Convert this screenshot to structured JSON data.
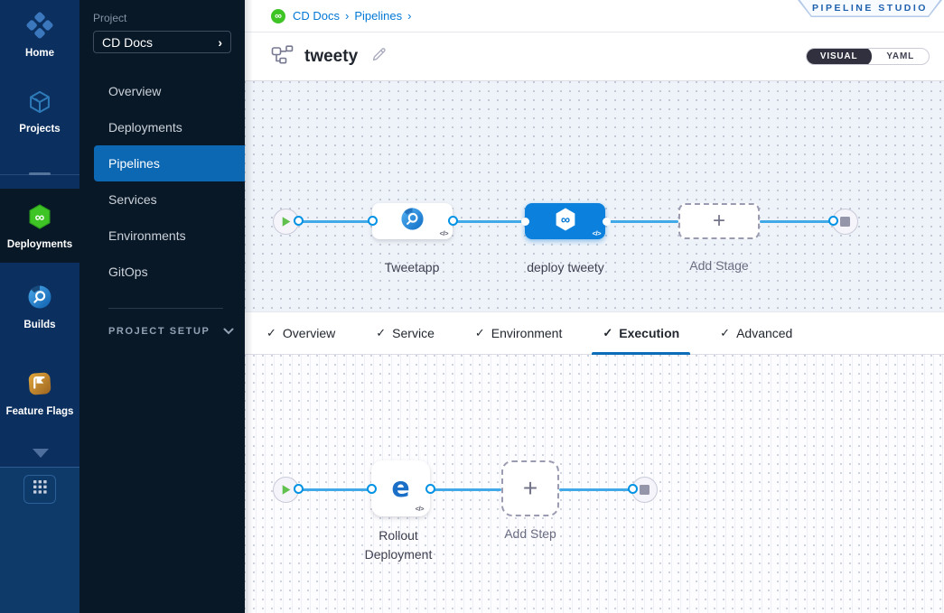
{
  "icons": {
    "check": "✓",
    "plus": "+",
    "code": "</>",
    "chevron_right": "›",
    "infinity": "∞"
  },
  "rail": {
    "items": [
      {
        "label": "Home"
      },
      {
        "label": "Projects"
      },
      {
        "label": "Deployments",
        "selected": true
      },
      {
        "label": "Builds"
      },
      {
        "label": "Feature Flags"
      }
    ]
  },
  "sidebar": {
    "project_label": "Project",
    "project_name": "CD Docs",
    "nav": [
      "Overview",
      "Deployments",
      "Pipelines",
      "Services",
      "Environments",
      "GitOps"
    ],
    "selected_nav": "Pipelines",
    "project_setup": "PROJECT SETUP"
  },
  "header": {
    "breadcrumb": [
      "CD Docs",
      "Pipelines"
    ],
    "studio_badge": "PIPELINE STUDIO",
    "pipeline_title": "tweety",
    "toggle": {
      "visual": "VISUAL",
      "yaml": "YAML"
    }
  },
  "tabs": {
    "items": [
      "Overview",
      "Service",
      "Environment",
      "Execution",
      "Advanced"
    ],
    "active": "Execution"
  },
  "pipeline": {
    "stages": [
      {
        "name": "Tweetapp",
        "type": "build"
      },
      {
        "name": "deploy tweety",
        "type": "deploy",
        "selected": true
      }
    ],
    "add_stage_label": "Add Stage"
  },
  "execution": {
    "steps": [
      {
        "name": "Rollout Deployment",
        "type": "k8s-rollout"
      }
    ],
    "add_step_label": "Add Step"
  },
  "colors": {
    "accent_blue": "#0278d5",
    "selected_nav_blue": "#0d68b4",
    "stage_blue": "#0b80dd",
    "flow_line_blue": "#42a9e8",
    "cd_green": "#3fc426",
    "rail_navy": "#0b3060",
    "sidebar_navy": "#081827"
  }
}
